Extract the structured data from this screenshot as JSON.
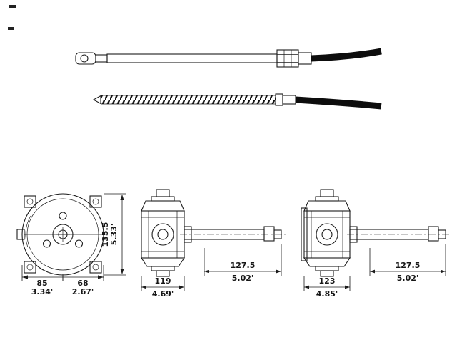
{
  "drawing": {
    "front_view": {
      "height_mm": "135.5",
      "height_in": "5.33'",
      "left_width_mm": "85",
      "left_width_in": "3.34'",
      "right_width_mm": "68",
      "right_width_in": "2.67'"
    },
    "side_view_a": {
      "body_mm": "119",
      "body_in": "4.69'",
      "travel_mm": "127.5",
      "travel_in": "5.02'"
    },
    "side_view_b": {
      "body_mm": "123",
      "body_in": "4.85'",
      "travel_mm": "127.5",
      "travel_in": "5.02'"
    }
  }
}
